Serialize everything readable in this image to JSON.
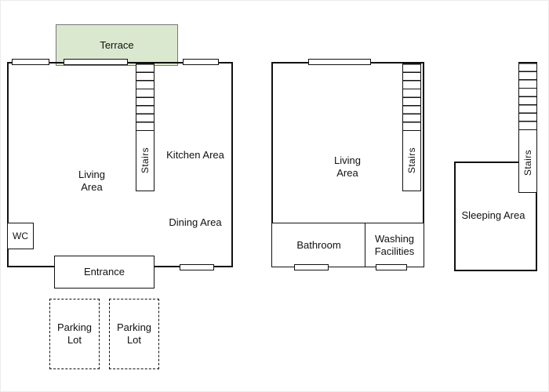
{
  "colors": {
    "wall": "#111111",
    "terrace_fill": "#dbe8d0",
    "terrace_border": "#777777",
    "background": "#ffffff"
  },
  "ground_floor": {
    "terrace_label": "Terrace",
    "living_label": "Living Area",
    "kitchen_label": "Kitchen Area",
    "dining_label": "Dining Area",
    "stairs_label": "Stairs",
    "wc_label": "WC",
    "entrance_label": "Entrance",
    "parking_labels": [
      "Parking Lot",
      "Parking Lot"
    ]
  },
  "first_floor": {
    "living_label": "Living Area",
    "stairs_label": "Stairs",
    "bathroom_label": "Bathroom",
    "washing_label": "Washing Facilities"
  },
  "second_floor": {
    "sleeping_label": "Sleeping Area",
    "stairs_label": "Stairs"
  }
}
